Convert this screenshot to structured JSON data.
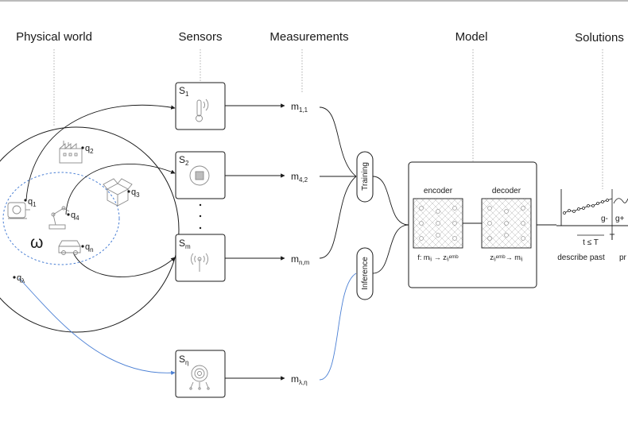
{
  "columns": {
    "physical": "Physical world",
    "sensors": "Sensors",
    "measurements": "Measurements",
    "model": "Model",
    "solutions": "Solutions"
  },
  "world": {
    "omega": "ω",
    "points": {
      "q1": {
        "base": "q",
        "sub": "1"
      },
      "q2": {
        "base": "q",
        "sub": "2"
      },
      "q3": {
        "base": "q",
        "sub": "3"
      },
      "q4": {
        "base": "q",
        "sub": "4"
      },
      "qn": {
        "base": "q",
        "sub": "n"
      },
      "qlambda": {
        "base": "q",
        "sub": "λ"
      }
    }
  },
  "sensors": {
    "s1": {
      "base": "S",
      "sub": "1"
    },
    "s2": {
      "base": "S",
      "sub": "2"
    },
    "sm": {
      "base": "S",
      "sub": "m"
    },
    "seta": {
      "base": "S",
      "sub": "η"
    }
  },
  "measurements": {
    "m11": {
      "base": "m",
      "sub": "1,1"
    },
    "m42": {
      "base": "m",
      "sub": "4,2"
    },
    "mnm": {
      "base": "m",
      "sub": "n,m"
    },
    "mlam": {
      "base": "m",
      "sub": "λ,η"
    }
  },
  "phases": {
    "training": "Training",
    "inference": "Inference"
  },
  "model": {
    "encoder": "encoder",
    "decoder": "decoder",
    "encoder_formula": "f: mᵢⱼ → zᵢⱼᵉᵐᵇ",
    "decoder_formula": "zᵢⱼᵉᵐᵇ→ mᵢⱼ"
  },
  "solutions": {
    "g_minus": "g-",
    "g_plus": "g+",
    "t_le_T": "t ≤ T",
    "T": "T",
    "describe_past": "describe past",
    "cut_label": "pr"
  },
  "colors": {
    "ink": "#1a1a1a",
    "line": "#333333",
    "blue": "#4a7fd4",
    "omega": "#2f5fd0",
    "guide": "#9a9a9a",
    "icon": "#8a8a8a"
  }
}
